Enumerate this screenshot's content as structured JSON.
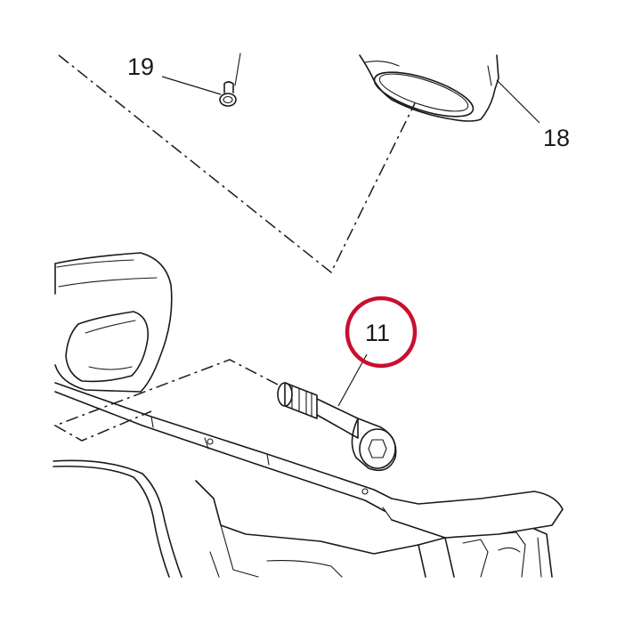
{
  "diagram": {
    "callouts": {
      "part_19": "19",
      "part_18": "18",
      "part_11": "11"
    },
    "highlight": {
      "target_part": "11",
      "color": "#c8102e"
    },
    "line_color": "#1a1a1a"
  }
}
